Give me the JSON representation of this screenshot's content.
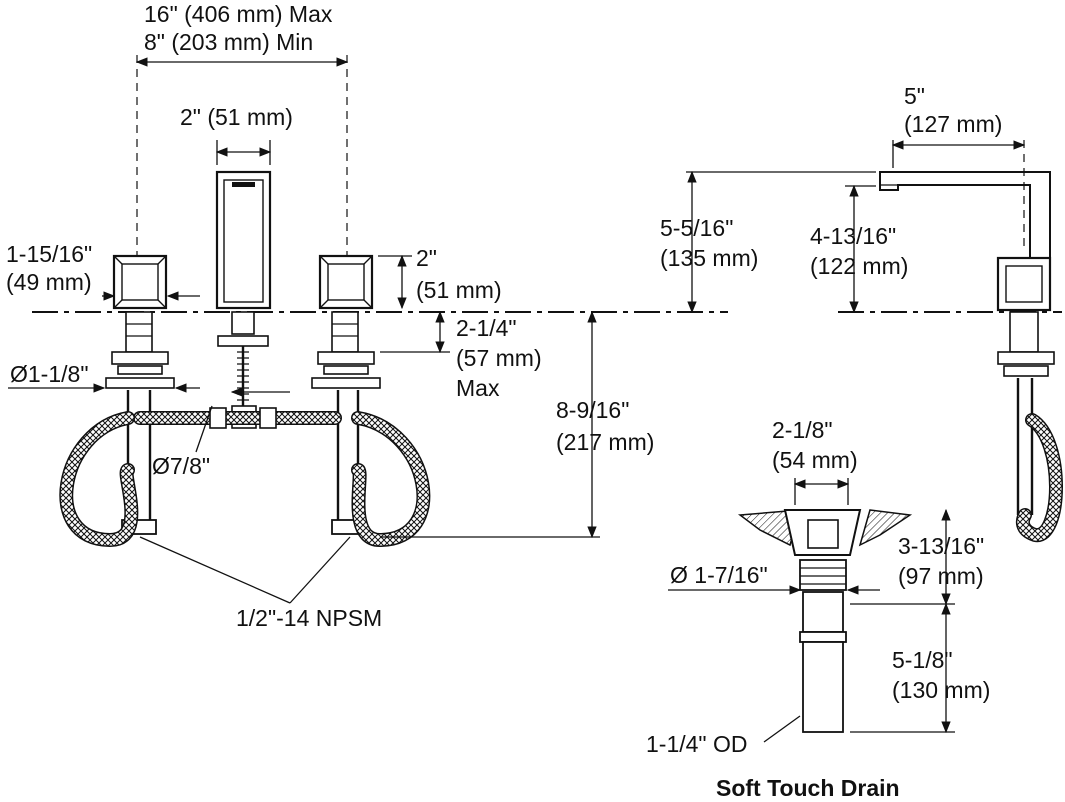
{
  "labels": {
    "spread_max": "16\" (406 mm) Max",
    "spread_min": "8\" (203 mm) Min",
    "spout_width": "2\" (51 mm)",
    "handle_width_in": "1-15/16\"",
    "handle_width_mm": "(49 mm)",
    "handle_height_in": "2\"",
    "handle_height_mm": "(51 mm)",
    "deck_thickness_in": "2-1/4\"",
    "deck_thickness_mm": "(57 mm)",
    "deck_thickness_note": "Max",
    "shank_dia": "Ø1-1/8\"",
    "hose_dia": "Ø7/8\"",
    "below_deck_in": "8-9/16\"",
    "below_deck_mm": "(217 mm)",
    "connection": "1/2\"-14 NPSM",
    "reach_in": "5\"",
    "reach_mm": "(127 mm)",
    "spout_height_in": "5-5/16\"",
    "spout_height_mm": "(135 mm)",
    "outlet_height_in": "4-13/16\"",
    "outlet_height_mm": "(122 mm)",
    "drain_top_in": "2-1/8\"",
    "drain_top_mm": "(54 mm)",
    "drain_dia": "Ø 1-7/16\"",
    "drain_height_in": "3-13/16\"",
    "drain_height_mm": "(97 mm)",
    "tail_length_in": "5-1/8\"",
    "tail_length_mm": "(130 mm)",
    "tail_od": "1-1/4\" OD",
    "drain_title": "Soft Touch Drain"
  }
}
